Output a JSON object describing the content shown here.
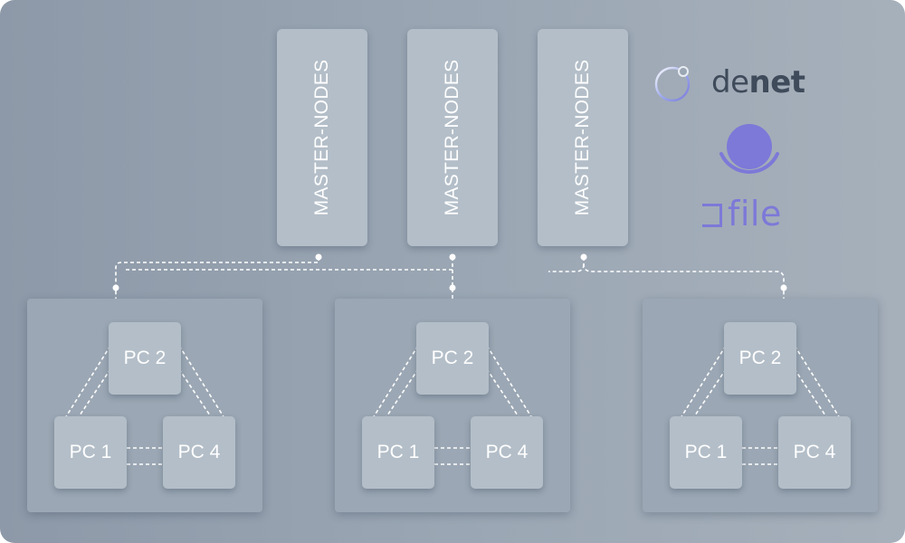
{
  "masters": [
    {
      "label": "MASTER-NODES"
    },
    {
      "label": "MASTER-NODES"
    },
    {
      "label": "MASTER-NODES"
    }
  ],
  "clusters": [
    {
      "pcs": [
        "PC 2",
        "PC 1",
        "PC 4"
      ]
    },
    {
      "pcs": [
        "PC 2",
        "PC 1",
        "PC 4"
      ]
    },
    {
      "pcs": [
        "PC 2",
        "PC 1",
        "PC 4"
      ]
    }
  ],
  "logos": {
    "denet_light": "de",
    "denet_bold": "net",
    "dfile_word": "file"
  },
  "colors": {
    "background": "#9aa6b3",
    "node": "#b3bec8",
    "dfile_accent": "#7c79d8",
    "denet_text": "#3f4a5a",
    "link": "#ffffff"
  }
}
